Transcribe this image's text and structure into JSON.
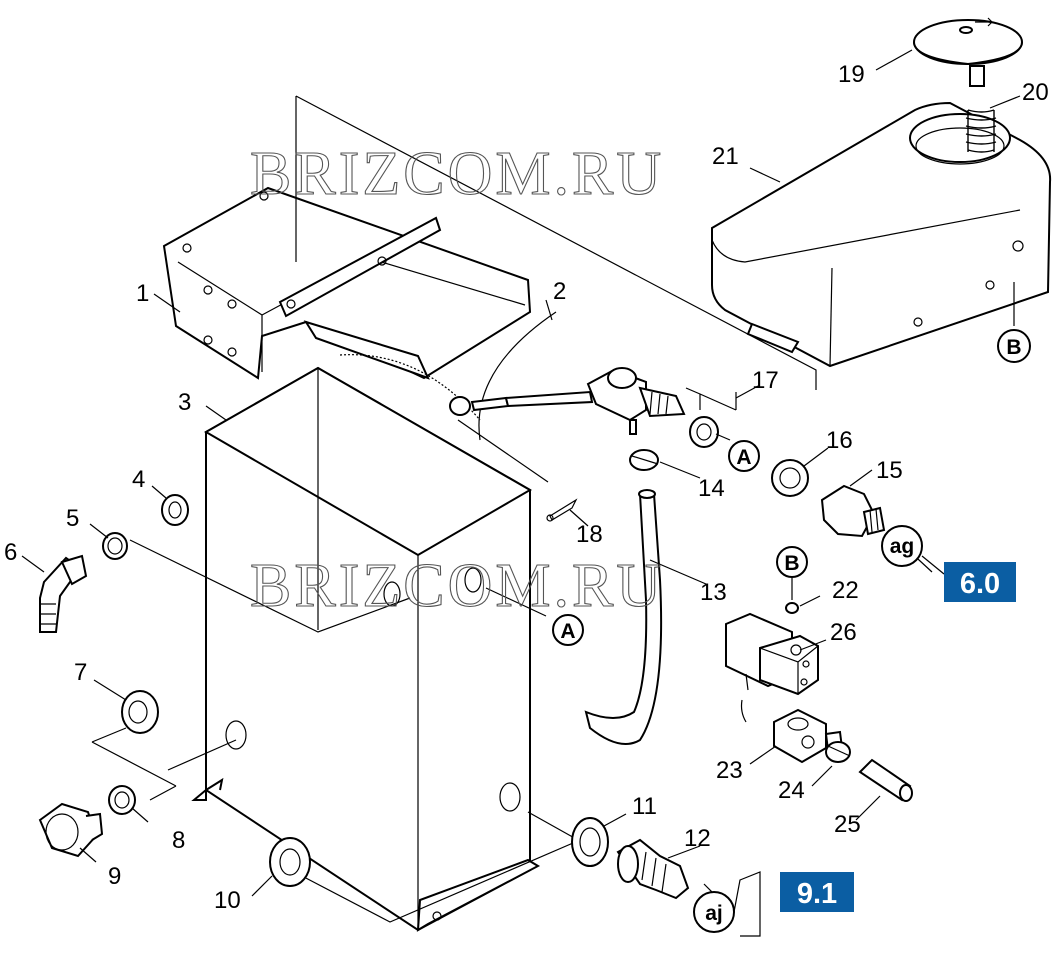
{
  "watermark": "BRIZCOM.RU",
  "callouts": {
    "c1": "1",
    "c2": "2",
    "c3": "3",
    "c4": "4",
    "c5": "5",
    "c6": "6",
    "c7": "7",
    "c8": "8",
    "c9": "9",
    "c10": "10",
    "c11": "11",
    "c12": "12",
    "c13": "13",
    "c14": "14",
    "c15": "15",
    "c16": "16",
    "c17": "17",
    "c18": "18",
    "c19": "19",
    "c20": "20",
    "c21": "21",
    "c22": "22",
    "c23": "23",
    "c24": "24",
    "c25": "25",
    "c26": "26"
  },
  "connectors": {
    "a": "A",
    "b": "B",
    "ag": "ag",
    "aj": "aj"
  },
  "refs": {
    "ref_6_0": "6.0",
    "ref_9_1": "9.1"
  },
  "colors": {
    "ref_box": "#0b5ea3",
    "line": "#000000"
  }
}
